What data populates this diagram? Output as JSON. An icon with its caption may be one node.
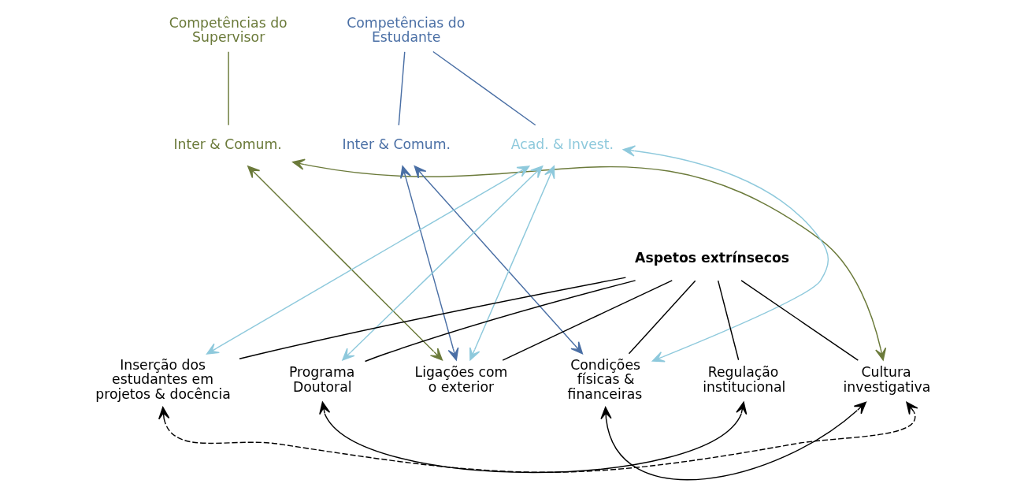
{
  "diagram": {
    "nodes": [
      {
        "text": [
          "Competências do Supervisor"
        ]
      },
      {
        "text": [
          "Inter & Comum."
        ]
      },
      {
        "text": [
          "Competências do Estudante"
        ]
      },
      {
        "text": [
          "Inter & Comum."
        ]
      },
      {
        "text": [
          "Acad. & Invest."
        ]
      },
      {
        "text": [
          "Aspetos extrínsecos"
        ]
      },
      {
        "text": [
          "Inserção dos estudantes em projetos & docência"
        ]
      },
      {
        "text": [
          "Programa Doutoral"
        ]
      },
      {
        "text": [
          "Ligações com o exterior"
        ]
      },
      {
        "text": [
          "Condições físicas & financeiras"
        ]
      },
      {
        "text": [
          "Regulação institucional"
        ]
      },
      {
        "text": [
          "Cultura investigativa"
        ]
      }
    ],
    "edges": [
      {
        "from": 0,
        "to": 1,
        "arrow": "none",
        "color": "#6b7a3a"
      },
      {
        "from": 2,
        "to": 3,
        "arrow": "none",
        "color": "#4a6fa5"
      },
      {
        "from": 2,
        "to": 4,
        "arrow": "none",
        "color": "#4a6fa5"
      },
      {
        "from": 5,
        "to": 6,
        "arrow": "none"
      },
      {
        "from": 5,
        "to": 7,
        "arrow": "none"
      },
      {
        "from": 5,
        "to": 8,
        "arrow": "none"
      },
      {
        "from": 5,
        "to": 9,
        "arrow": "none"
      },
      {
        "from": 5,
        "to": 10,
        "arrow": "none"
      },
      {
        "from": 5,
        "to": 11,
        "arrow": "none"
      },
      {
        "from": 1,
        "to": 8,
        "arrow": "both",
        "color": "#6b7a3a"
      },
      {
        "from": 1,
        "to": 11,
        "arrow": "both",
        "color": "#6b7a3a"
      },
      {
        "from": 3,
        "to": 8,
        "arrow": "both",
        "color": "#4a6fa5"
      },
      {
        "from": 3,
        "to": 9,
        "arrow": "both",
        "color": "#4a6fa5"
      },
      {
        "from": 4,
        "to": 6,
        "arrow": "both",
        "color": "#8ec9dc"
      },
      {
        "from": 4,
        "to": 7,
        "arrow": "both",
        "color": "#8ec9dc"
      },
      {
        "from": 4,
        "to": 8,
        "arrow": "both",
        "color": "#8ec9dc"
      },
      {
        "from": 4,
        "to": 9,
        "arrow": "both",
        "color": "#8ec9dc"
      },
      {
        "from": 7,
        "to": 10,
        "arrow": "both"
      },
      {
        "from": 9,
        "to": 11,
        "arrow": "both"
      },
      {
        "from": 6,
        "to": 11,
        "arrow": "both",
        "style": "dashed"
      }
    ]
  }
}
